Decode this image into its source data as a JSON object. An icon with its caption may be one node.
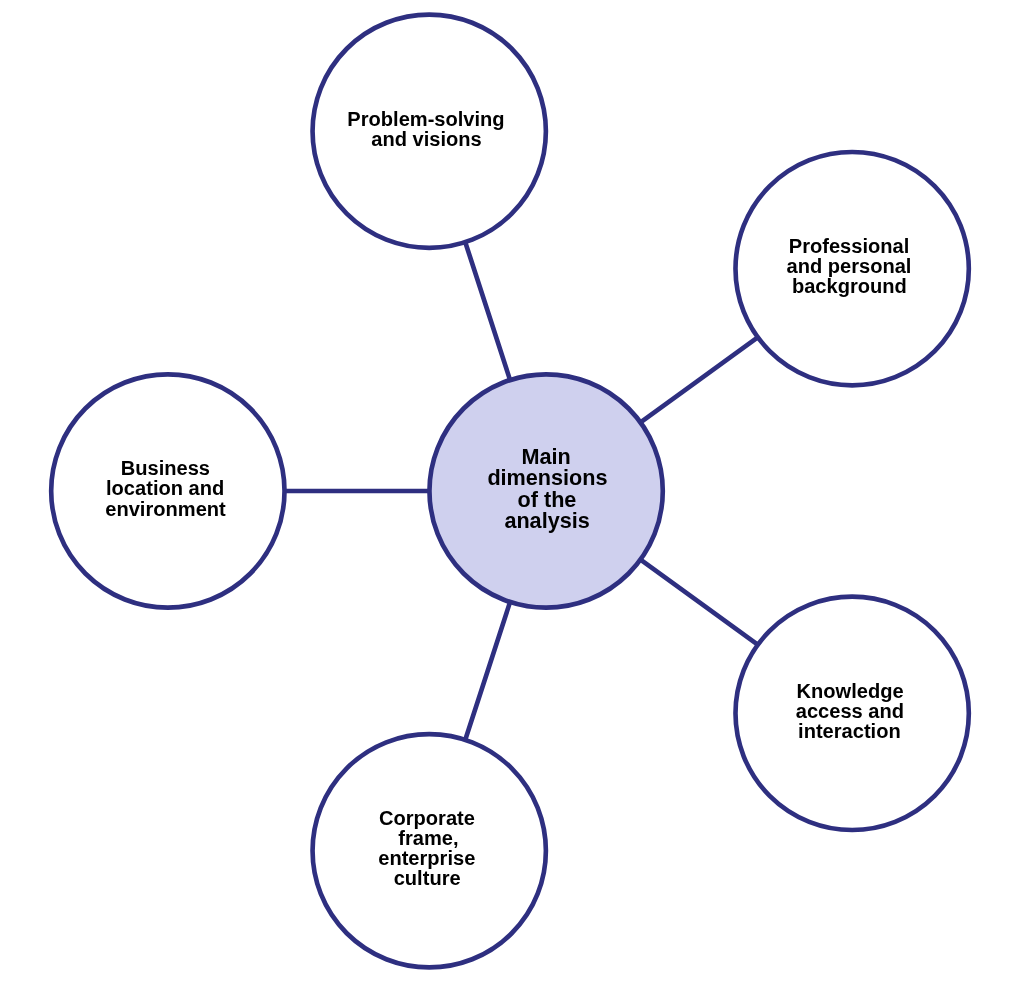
{
  "diagram": {
    "nodes": [
      {
        "text": [
          "Professional and personal background"
        ]
      },
      {
        "text": [
          "Problem-solving and visions"
        ]
      },
      {
        "text": [
          "Business location and environment"
        ]
      },
      {
        "text": [
          "Main dimensions of the analysis"
        ]
      },
      {
        "text": [
          "Corporate frame, enterprise culture"
        ]
      },
      {
        "text": [
          "Knowledge access and interaction"
        ]
      }
    ],
    "edges": [
      {
        "from": 3,
        "to": 0,
        "arrow": "none"
      },
      {
        "from": 3,
        "to": 2,
        "arrow": "none"
      },
      {
        "from": 3,
        "to": 5,
        "arrow": "none"
      },
      {
        "from": 3,
        "to": 4,
        "arrow": "none"
      },
      {
        "from": 3,
        "to": 1,
        "arrow": "none"
      }
    ]
  }
}
